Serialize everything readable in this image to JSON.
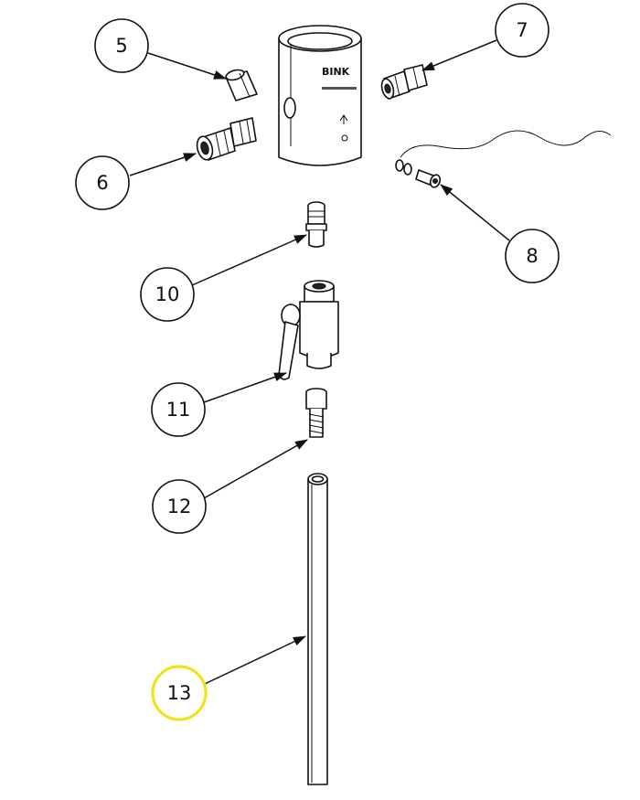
{
  "diagram": {
    "brand_text": "BINK",
    "callouts": [
      {
        "id": "5",
        "label": "5",
        "highlighted": false
      },
      {
        "id": "6",
        "label": "6",
        "highlighted": false
      },
      {
        "id": "7",
        "label": "7",
        "highlighted": false
      },
      {
        "id": "8",
        "label": "8",
        "highlighted": false
      },
      {
        "id": "10",
        "label": "10",
        "highlighted": false
      },
      {
        "id": "11",
        "label": "11",
        "highlighted": false
      },
      {
        "id": "12",
        "label": "12",
        "highlighted": false
      },
      {
        "id": "13",
        "label": "13",
        "highlighted": true
      }
    ],
    "colors": {
      "line": "#111111",
      "highlight": "#f2e21a",
      "background": "#ffffff"
    }
  }
}
